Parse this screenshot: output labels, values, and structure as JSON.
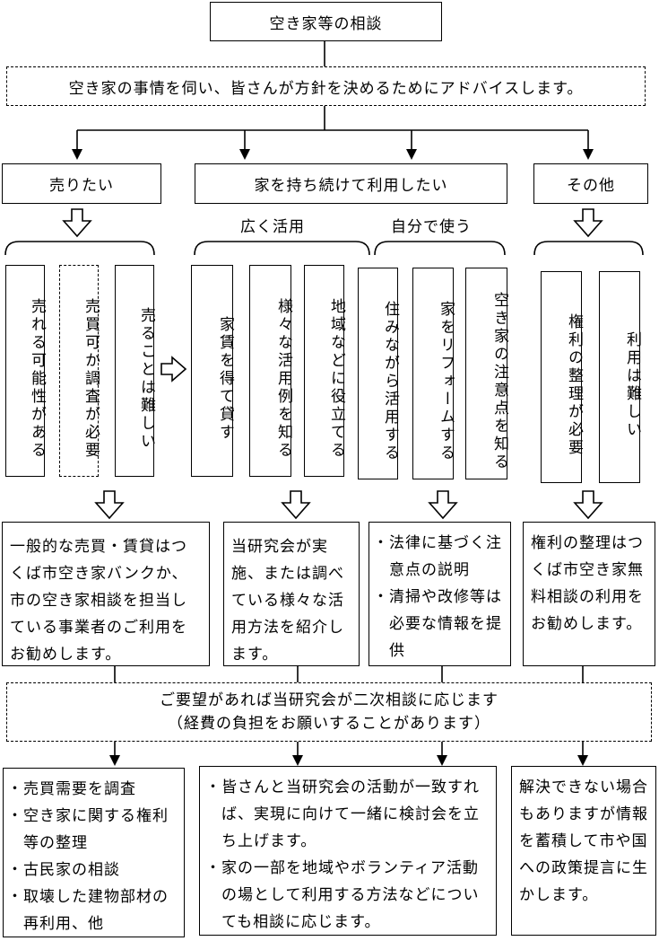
{
  "title": "空き家等の相談",
  "intro": "空き家の事情を伺い、皆さんが方針を決めるためにアドバイスします。",
  "categories": {
    "sell": "売りたい",
    "keep": "家を持ち続けて利用したい",
    "other": "その他"
  },
  "subcategories": {
    "wide": "広く活用",
    "self": "自分で使う"
  },
  "options": {
    "sell": [
      "売れる可能性がある",
      "売買可か調査が必要",
      "売ることは難しい"
    ],
    "wide": [
      "家賃を得て貸す",
      "様々な活用例を知る",
      "地域などに役立てる"
    ],
    "self": [
      "住みながら活用する",
      "家をリフォームする",
      "空き家の注意点を知る"
    ],
    "other": [
      "権利の整理が必要",
      "利用は難しい"
    ]
  },
  "advice": {
    "sell": "一般的な売買・賃貸はつくば市空き家バンクか、市の空き家相談を担当している事業者のご利用をお勧めします。",
    "wide": "当研究会が実施、または調べている様々な活用方法を紹介します。",
    "self": [
      "法律に基づく注意点の説明",
      "清掃や改修等は必要な情報を提供"
    ],
    "other": "権利の整理はつくば市空き家無料相談の利用をお勧めします。"
  },
  "secondary": {
    "line1": "ご要望があれば当研究会が二次相談に応じます",
    "line2": "（経費の負担をお願いすることがあります）"
  },
  "results": {
    "left": [
      "売買需要を調査",
      "空き家に関する権利等の整理",
      "古民家の相談",
      "取壊した建物部材の再利用、他"
    ],
    "middle": [
      "皆さんと当研究会の活動が一致すれば、実現に向けて一緒に検討会を立ち上げます。",
      "家の一部を地域やボランティア活動の場として利用する方法などについても相談に応じます。"
    ],
    "right": "解決できない場合もありますが情報を蓄積して市や国への政策提言に生かします。"
  }
}
